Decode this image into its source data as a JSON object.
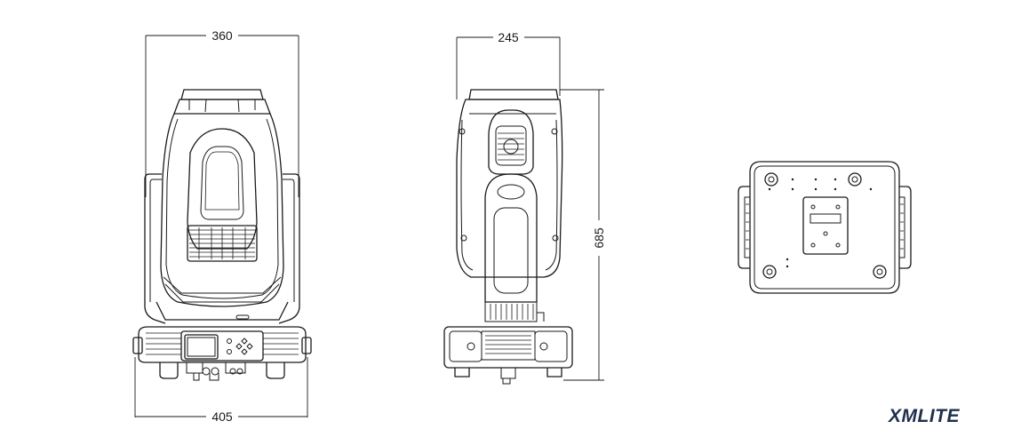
{
  "dimensions": {
    "front_width": "360",
    "base_width": "405",
    "side_depth": "245",
    "height": "685"
  },
  "brand": {
    "logo_text": "XMLITE",
    "color": "#1f2f4d"
  },
  "colors": {
    "line": "#1a1a1a",
    "background": "#ffffff"
  }
}
